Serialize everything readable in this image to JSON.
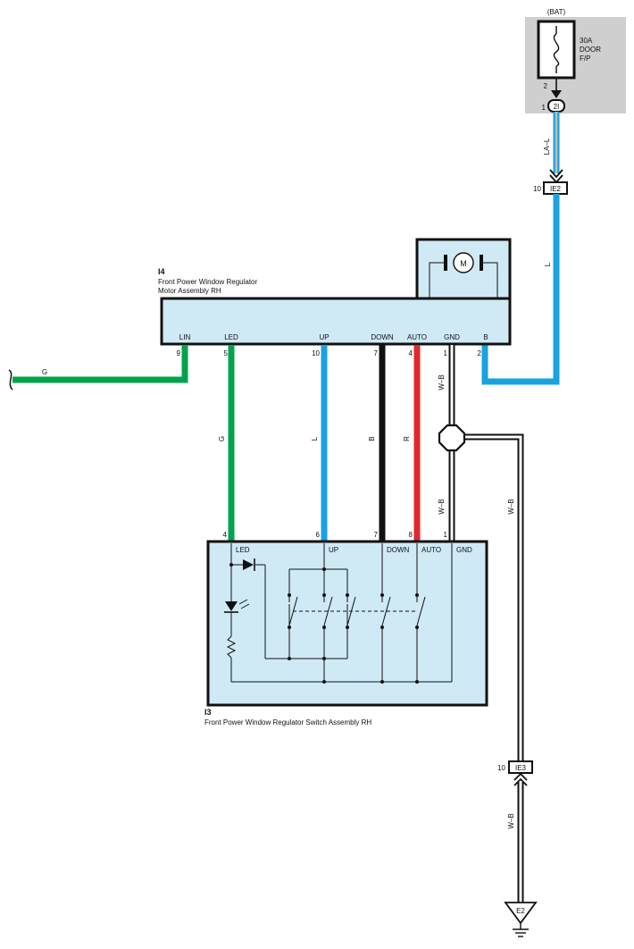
{
  "fuse": {
    "source": "(BAT)",
    "rating": "30A",
    "name_line1": "DOOR",
    "name_line2": "F/P",
    "pin_top": "2",
    "pin_conn": "1",
    "connector": "2I"
  },
  "connectors": {
    "ie2": {
      "id": "IE2",
      "pin": "10"
    },
    "ie3": {
      "id": "IE3",
      "pin": "10"
    }
  },
  "ground": {
    "id": "E2"
  },
  "motor": {
    "code": "I4",
    "name_line1": "Front Power Window Regulator",
    "name_line2": "Motor Assembly RH",
    "symbol": "M",
    "terminals": [
      {
        "label": "LIN",
        "pin": "9"
      },
      {
        "label": "LED",
        "pin": "5"
      },
      {
        "label": "UP",
        "pin": "10"
      },
      {
        "label": "DOWN",
        "pin": "7"
      },
      {
        "label": "AUTO",
        "pin": "4"
      },
      {
        "label": "GND",
        "pin": "1"
      },
      {
        "label": "B",
        "pin": "2"
      }
    ]
  },
  "switch": {
    "code": "I3",
    "name": "Front Power Window Regulator Switch Assembly RH",
    "terminals": [
      {
        "label": "LED",
        "pin": "4"
      },
      {
        "label": "UP",
        "pin": "6"
      },
      {
        "label": "DOWN",
        "pin": "7"
      },
      {
        "label": "AUTO",
        "pin": "8"
      },
      {
        "label": "GND",
        "pin": "1"
      }
    ]
  },
  "wire_colors": {
    "lin": "G",
    "led": "G",
    "up": "L",
    "down": "B",
    "auto": "R",
    "gnd_top": "W–B",
    "gnd_mid": "W–B",
    "gnd_branch": "W–B",
    "gnd_bottom": "W–B",
    "batt_supply": "LA–L",
    "batt_main": "L"
  },
  "colors": {
    "green": "#00a34d",
    "blue": "#1aa1e0",
    "black": "#111111",
    "red": "#e3262e",
    "component_fill": "#cfe9f5",
    "fuse_box_fill": "#cfcfcf"
  }
}
